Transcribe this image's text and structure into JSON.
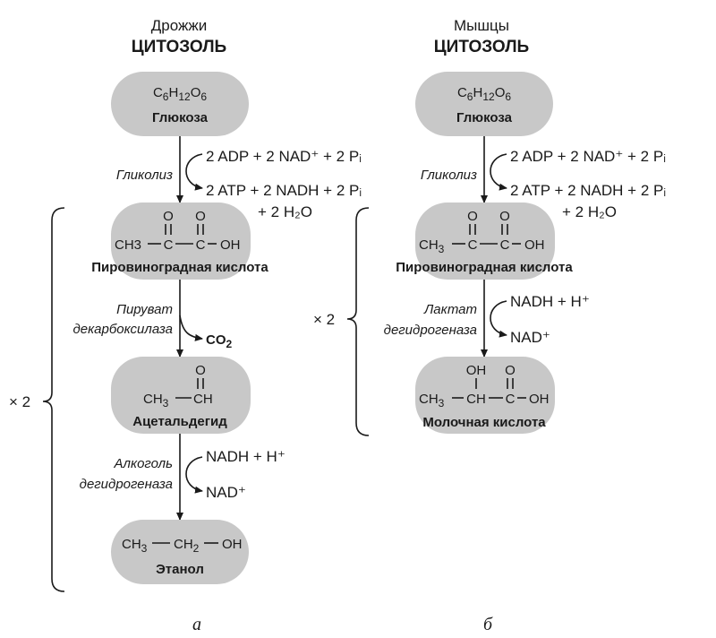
{
  "colors": {
    "pill": "#c8c8c8",
    "ink": "#1a1a1a",
    "background": "#ffffff"
  },
  "panel_a": {
    "organism": "Дрожжи",
    "compartment": "ЦИТОЗОЛЬ",
    "multiplier": "× 2",
    "panel_label": "а",
    "glucose": {
      "formula_parts": [
        "C",
        "6",
        "H",
        "12",
        "O",
        "6"
      ],
      "name": "Глюкоза"
    },
    "glycolysis": {
      "enzyme": "Гликолиз",
      "input_line": "2 ADP + 2 NAD⁺ + 2 Pᵢ",
      "output_line": "2 ATP + 2 NADH + 2 Pᵢ",
      "output_line2": "+ 2 H₂O"
    },
    "pyruvate": {
      "name": "Пировиноградная кислота",
      "atoms": [
        "O",
        "O",
        "CH3",
        "C",
        "C",
        "OH"
      ]
    },
    "decarboxylase": {
      "enzyme_line1": "Пируват",
      "enzyme_line2": "декарбоксилаза",
      "product_parts": [
        "CO",
        "2"
      ]
    },
    "acetaldehyde": {
      "name": "Ацетальдегид",
      "atoms": [
        "O",
        "CH3",
        "CH"
      ]
    },
    "adh": {
      "enzyme_line1": "Алкоголь",
      "enzyme_line2": "дегидрогеназа",
      "input_line": "NADH + H⁺",
      "output_line": "NAD⁺"
    },
    "ethanol": {
      "name": "Этанол",
      "atoms": [
        "CH3",
        "CH2",
        "OH"
      ]
    }
  },
  "panel_b": {
    "organism": "Мышцы",
    "compartment": "ЦИТОЗОЛЬ",
    "multiplier": "× 2",
    "panel_label": "б",
    "glucose": {
      "formula_parts": [
        "C",
        "6",
        "H",
        "12",
        "O",
        "6"
      ],
      "name": "Глюкоза"
    },
    "glycolysis": {
      "enzyme": "Гликолиз",
      "input_line": "2 ADP + 2 NAD⁺ + 2 Pᵢ",
      "output_line": "2 ATP + 2 NADH + 2 Pᵢ",
      "output_line2": "+ 2 H₂O"
    },
    "pyruvate": {
      "name": "Пировиноградная кислота",
      "atoms": [
        "O",
        "O",
        "CH3",
        "C",
        "C",
        "OH"
      ]
    },
    "ldh": {
      "enzyme_line1": "Лактат",
      "enzyme_line2": "дегидрогеназа",
      "input_line": "NADH + H⁺",
      "output_line": "NAD⁺"
    },
    "lactate": {
      "name": "Молочная кислота",
      "atoms": [
        "OH",
        "O",
        "CH3",
        "CH",
        "C",
        "OH"
      ]
    }
  }
}
